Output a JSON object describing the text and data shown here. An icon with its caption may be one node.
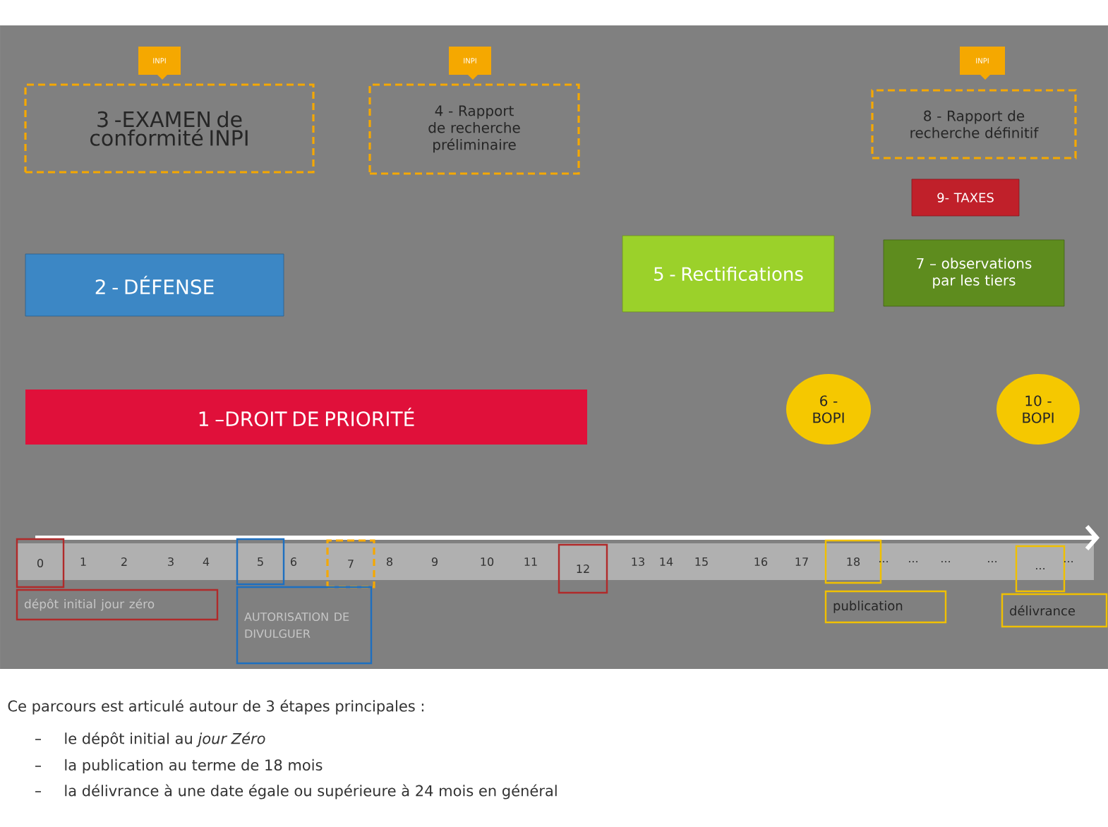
{
  "diagram": {
    "nodes": [
      {
        "text": [
          "INPI"
        ]
      },
      {
        "text": [
          "3 -EXAMEN de conformité INPI"
        ]
      },
      {
        "text": [
          "INPI"
        ]
      },
      {
        "text": [
          "4 - Rapport de recherche préliminaire"
        ]
      },
      {
        "text": [
          "INPI"
        ]
      },
      {
        "text": [
          "8 - Rapport de recherche définitif"
        ]
      },
      {
        "text": [
          "9- TAXES"
        ]
      },
      {
        "text": [
          "2 - DÉFENSE"
        ]
      },
      {
        "text": [
          "5 - Rectifications"
        ]
      },
      {
        "text": [
          "7 – observations par les tiers"
        ]
      },
      {
        "text": [
          "1 –DROIT DE PRIORITÉ"
        ]
      },
      {
        "text": [
          "6 - BOPI"
        ]
      },
      {
        "text": [
          "10 - BOPI"
        ]
      },
      {
        "text": [
          "0"
        ]
      },
      {
        "text": [
          "5"
        ]
      },
      {
        "text": [
          "7"
        ]
      },
      {
        "text": [
          "12"
        ]
      },
      {
        "text": [
          "18"
        ]
      },
      {
        "text": [
          "..."
        ]
      },
      {
        "text": [
          "dépôt initial jour zéro"
        ]
      },
      {
        "text": [
          "AUTORISATION DE DIVULGUER"
        ]
      },
      {
        "text": [
          "publication"
        ]
      },
      {
        "text": [
          "délivrance"
        ]
      }
    ],
    "labels": [
      "1",
      "2",
      "3",
      "4",
      "6",
      "8",
      "9",
      "10",
      "11",
      "13",
      "14",
      "15",
      "16",
      "17",
      "...",
      "...",
      "...",
      "...",
      "...",
      "Ce parcours est articulé autour de 3 étapes principales :",
      "le dépôt initial au *jour Zéro*",
      "la publication au terme de 18 mois",
      "la délivrance à une date égale ou supérieure à 24 mois en général"
    ]
  }
}
